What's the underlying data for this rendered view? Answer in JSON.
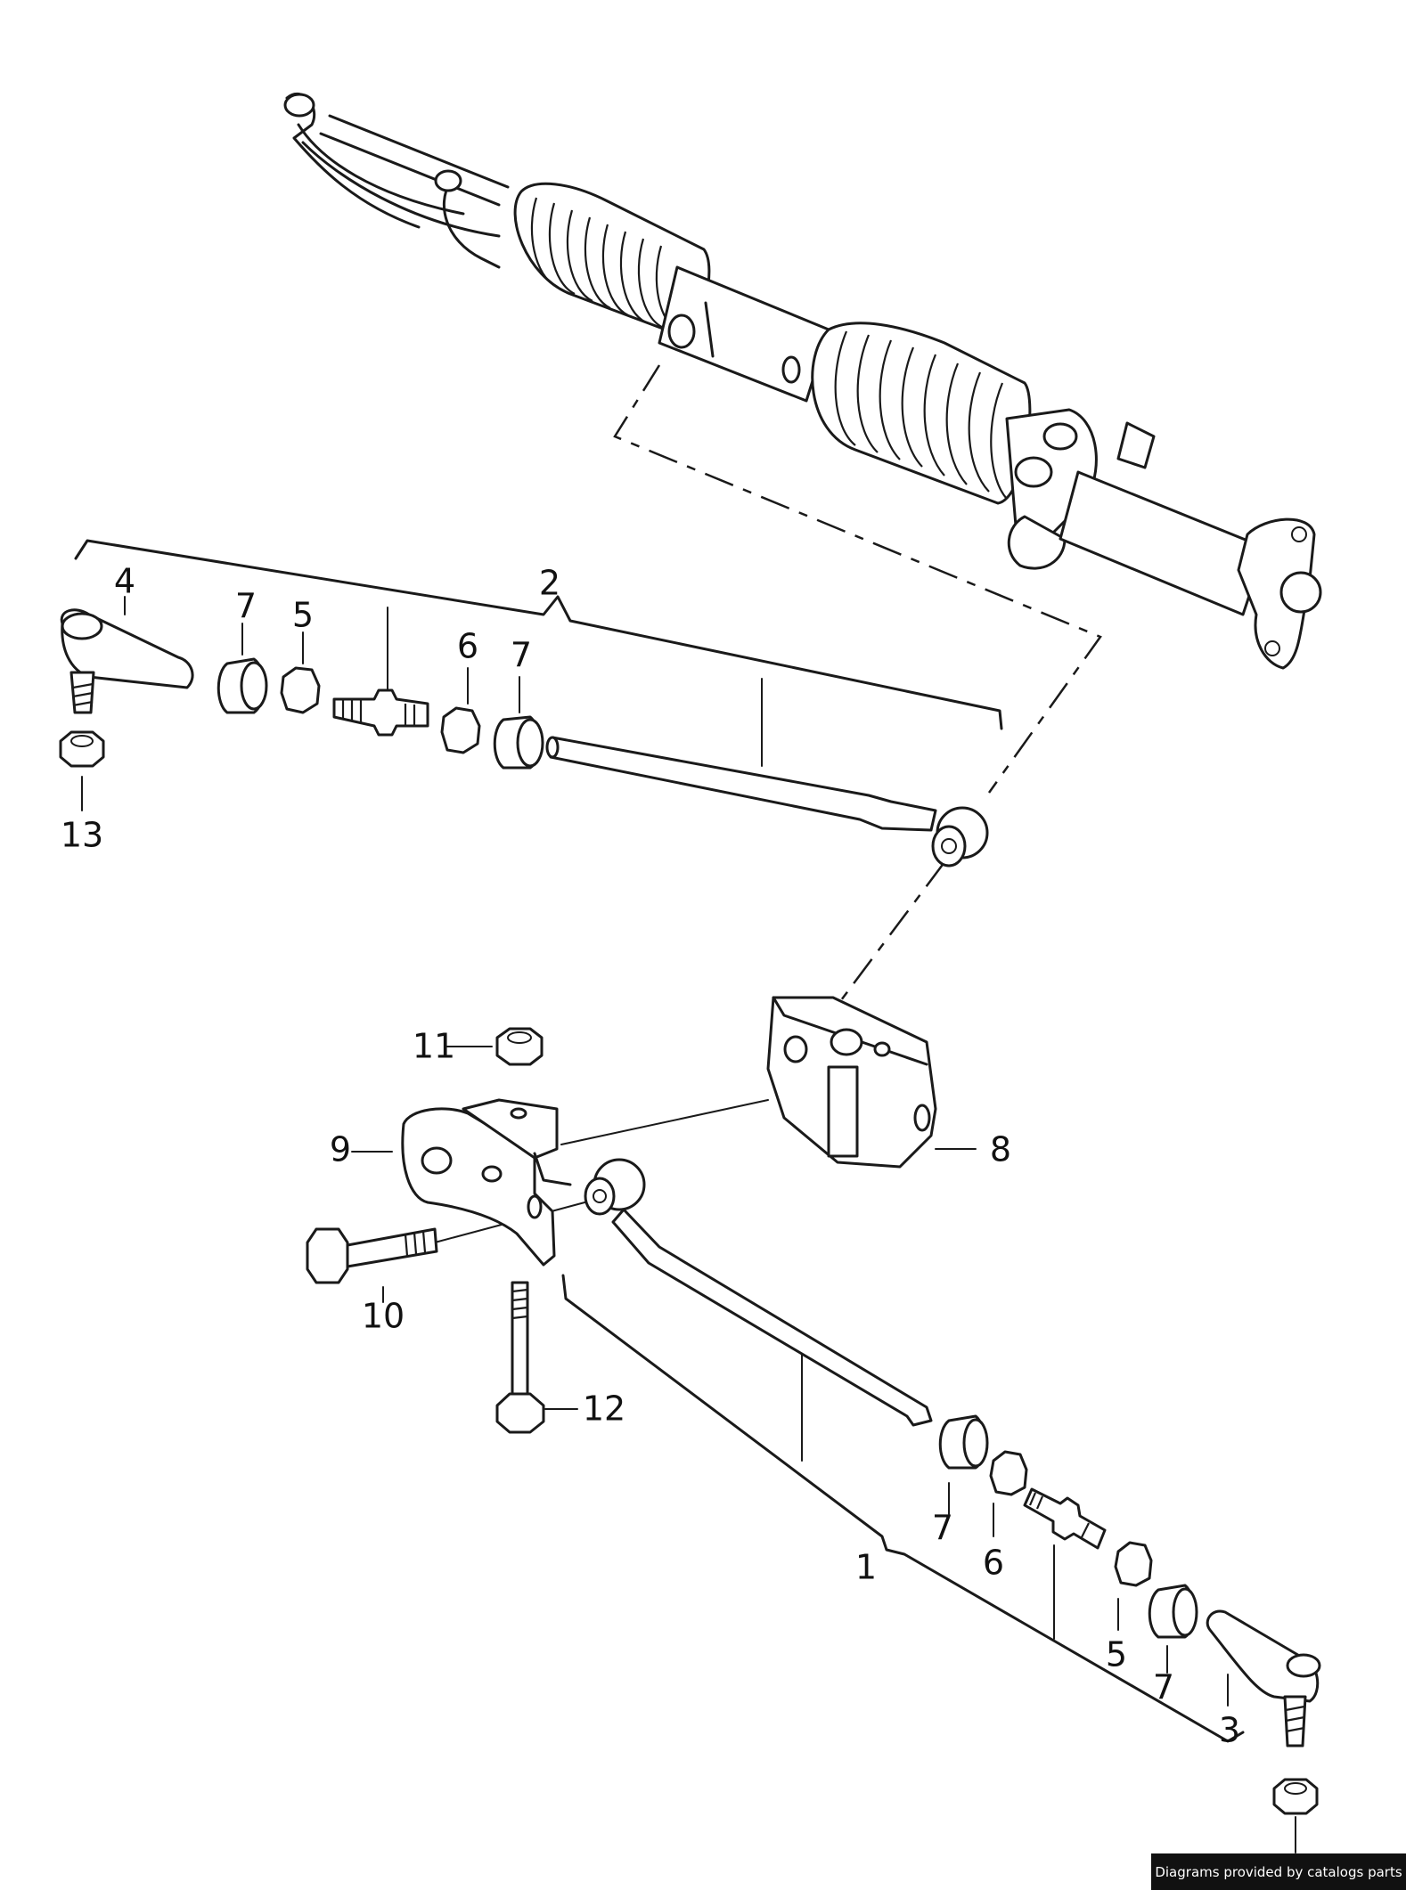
{
  "callouts": {
    "c1": "1",
    "c2": "2",
    "c3": "3",
    "c4": "4",
    "c5a": "5",
    "c5b": "5",
    "c6a": "6",
    "c6b": "6",
    "c7a": "7",
    "c7b": "7",
    "c7c": "7",
    "c7d": "7",
    "c8": "8",
    "c9": "9",
    "c10": "10",
    "c11": "11",
    "c12": "12",
    "c13": "13"
  },
  "footer": {
    "credit": "Diagrams provided by catalogs parts"
  },
  "colors": {
    "line": "#1a1a1a",
    "background": "#ffffff",
    "credit_bg": "#111111",
    "credit_text": "#ffffff"
  }
}
